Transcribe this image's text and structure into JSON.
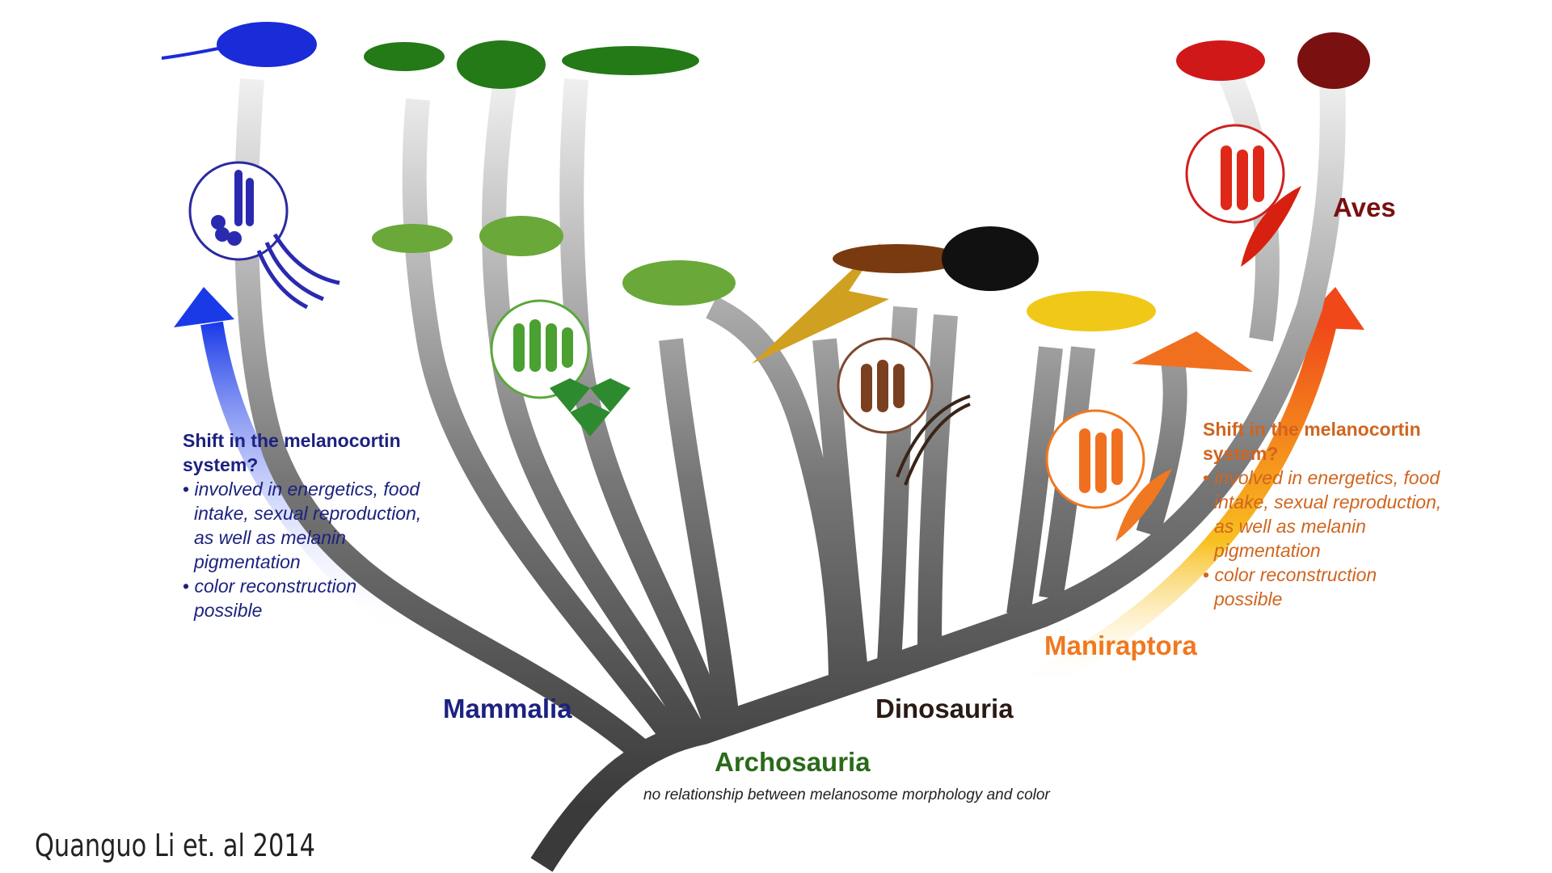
{
  "clades": {
    "mammalia": "Mammalia",
    "archosauria": "Archosauria",
    "dinosauria": "Dinosauria",
    "maniraptora": "Maniraptora",
    "aves": "Aves"
  },
  "left_note": {
    "heading": "Shift in the melanocortin system?",
    "bullets": [
      "involved in energetics, food intake, sexual reproduction, as well as melanin pigmentation",
      "color reconstruction possible"
    ]
  },
  "right_note": {
    "heading": "Shift in the melanocortin system?",
    "bullets": [
      "involved in energetics, food intake, sexual reproduction, as well as melanin pigmentation",
      "color reconstruction possible"
    ]
  },
  "footnote": "no relationship between melanosome morphology and color",
  "citation": "Quanguo Li et. al 2014",
  "colors": {
    "mammal": "#1a2bd8",
    "mammal_text": "#1c2280",
    "reptile": "#2e7d1e",
    "archosaur_text": "#2a6a1a",
    "dino": "#6aa83a",
    "dino_text": "#2a1a14",
    "maniraptora": "#f07820",
    "bird": "#c01818",
    "aves_text": "#7a1010",
    "right_note_text": "#d0651f"
  }
}
